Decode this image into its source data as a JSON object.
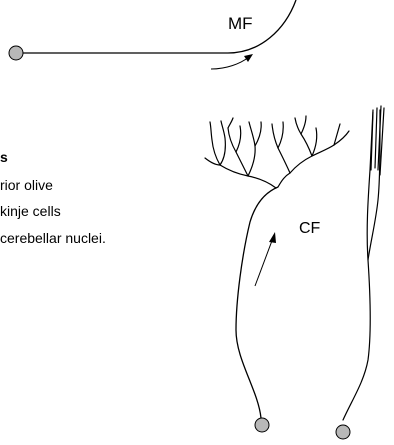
{
  "labels": {
    "mf": "MF",
    "cf": "CF"
  },
  "text_block": {
    "heading": "s",
    "lines": [
      "rior olive",
      "kinje cells",
      "cerebellar nuclei."
    ]
  },
  "colors": {
    "stroke": "#000000",
    "soma_fill": "#b8b8b8"
  }
}
